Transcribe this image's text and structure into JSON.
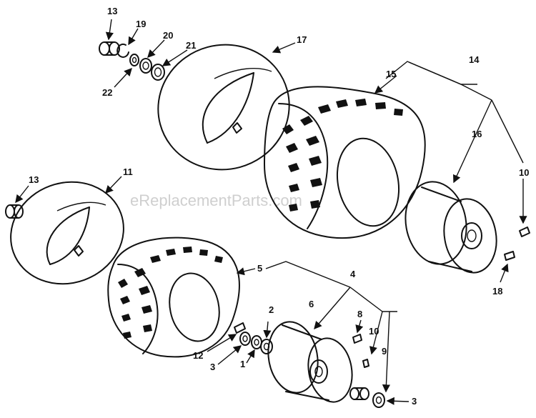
{
  "watermark": "eReplacementParts.com",
  "callouts": [
    {
      "id": "13a",
      "text": "13"
    },
    {
      "id": "19",
      "text": "19"
    },
    {
      "id": "20",
      "text": "20"
    },
    {
      "id": "21",
      "text": "21"
    },
    {
      "id": "22",
      "text": "22"
    },
    {
      "id": "17",
      "text": "17"
    },
    {
      "id": "14",
      "text": "14"
    },
    {
      "id": "15",
      "text": "15"
    },
    {
      "id": "16",
      "text": "16"
    },
    {
      "id": "10a",
      "text": "10"
    },
    {
      "id": "18",
      "text": "18"
    },
    {
      "id": "13b",
      "text": "13"
    },
    {
      "id": "11",
      "text": "11"
    },
    {
      "id": "5",
      "text": "5"
    },
    {
      "id": "4",
      "text": "4"
    },
    {
      "id": "6",
      "text": "6"
    },
    {
      "id": "8",
      "text": "8"
    },
    {
      "id": "2",
      "text": "2"
    },
    {
      "id": "10b",
      "text": "10"
    },
    {
      "id": "9",
      "text": "9"
    },
    {
      "id": "12",
      "text": "12"
    },
    {
      "id": "3a",
      "text": "3"
    },
    {
      "id": "1",
      "text": "1"
    },
    {
      "id": "3b",
      "text": "3"
    }
  ]
}
